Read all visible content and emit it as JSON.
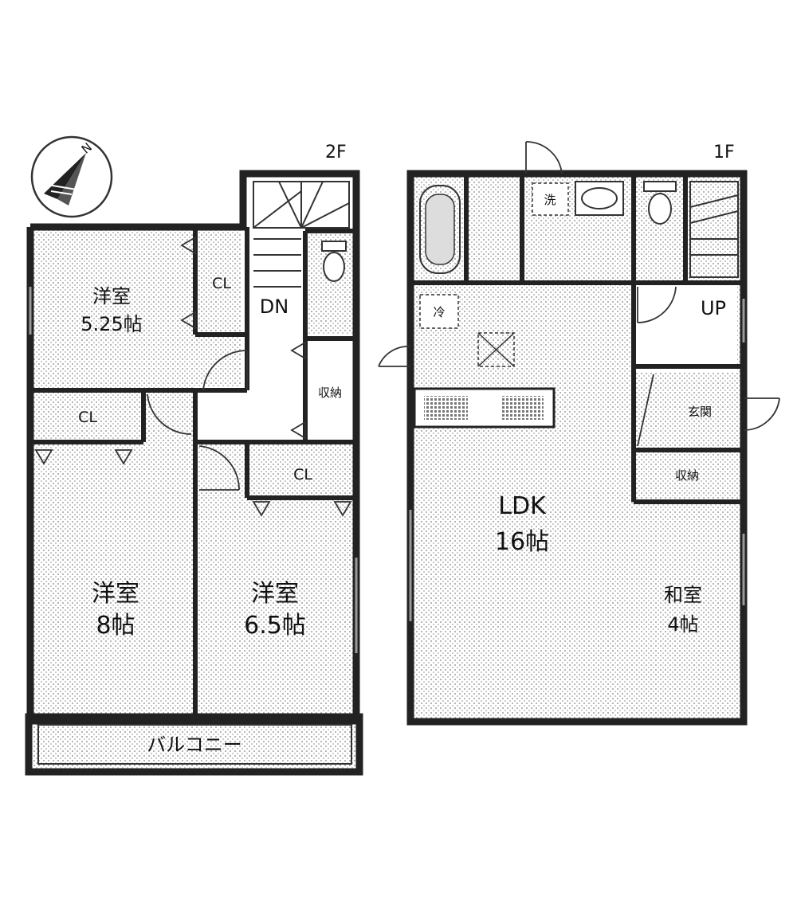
{
  "compass": {
    "north_label": "N",
    "icon": "compass-north-icon"
  },
  "floor2": {
    "label": "2F",
    "rooms": {
      "western_small": {
        "name": "洋室",
        "size": "5.25帖"
      },
      "closet_a": "CL",
      "down": "DN",
      "closet_b": "CL",
      "storage": "収納",
      "closet_c": "CL",
      "western_large": {
        "name": "洋室",
        "size": "8帖"
      },
      "western_mid": {
        "name": "洋室",
        "size": "6.5帖"
      },
      "balcony": "バルコニー"
    }
  },
  "floor1": {
    "label": "1F",
    "rooms": {
      "laundry": "洗",
      "fridge": "冷",
      "up": "UP",
      "entrance": "玄関",
      "storage": "収納",
      "ldk": {
        "name": "LDK",
        "size": "16帖"
      },
      "japanese": {
        "name": "和室",
        "size": "4帖"
      }
    }
  }
}
